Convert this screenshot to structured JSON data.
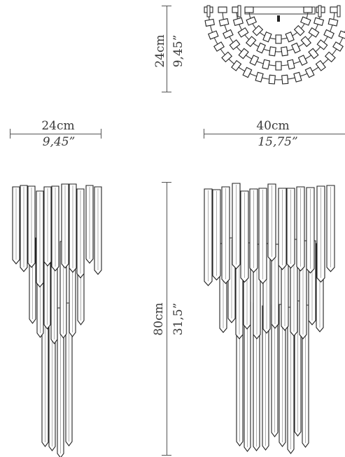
{
  "top_height": {
    "metric": "24cm",
    "imperial": "9,45”"
  },
  "side_width": {
    "metric": "24cm",
    "imperial": "9,45”"
  },
  "front_width": {
    "metric": "40cm",
    "imperial": "15,75”"
  },
  "total_height": {
    "metric": "80cm",
    "imperial": "31,5”"
  }
}
